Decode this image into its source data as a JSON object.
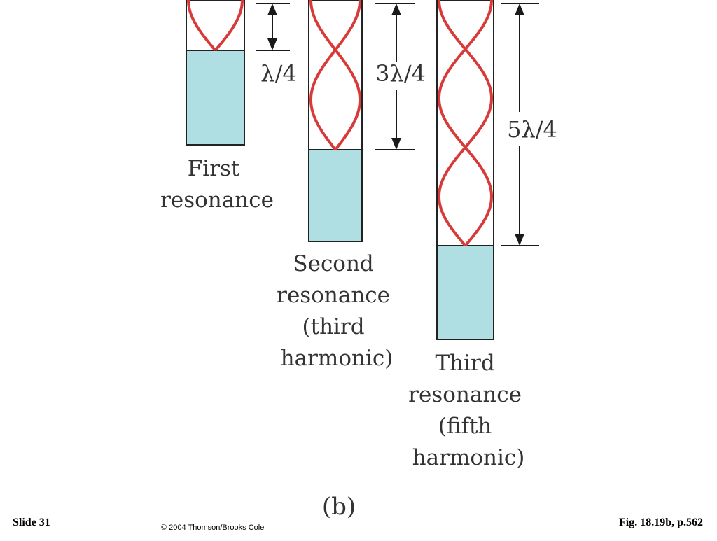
{
  "figure": {
    "panel_label": "(b)",
    "colors": {
      "wave": "#d83a3a",
      "water": "#b0dfe3",
      "tube_outline": "#222222",
      "text": "#333333"
    },
    "tubes": [
      {
        "caption_lines": [
          "First",
          "resonance"
        ],
        "dimension_label": "λ/4",
        "quarter_waves": 1
      },
      {
        "caption_lines": [
          "Second",
          "resonance",
          "(third",
          "harmonic)"
        ],
        "dimension_label": "3λ/4",
        "quarter_waves": 3
      },
      {
        "caption_lines": [
          "Third",
          "resonance",
          "(fifth",
          "harmonic)"
        ],
        "dimension_label": "5λ/4",
        "quarter_waves": 5
      }
    ]
  },
  "footer": {
    "slide": "Slide 31",
    "copyright": "© 2004 Thomson/Brooks Cole",
    "figure_ref": "Fig. 18.19b, p.562"
  }
}
